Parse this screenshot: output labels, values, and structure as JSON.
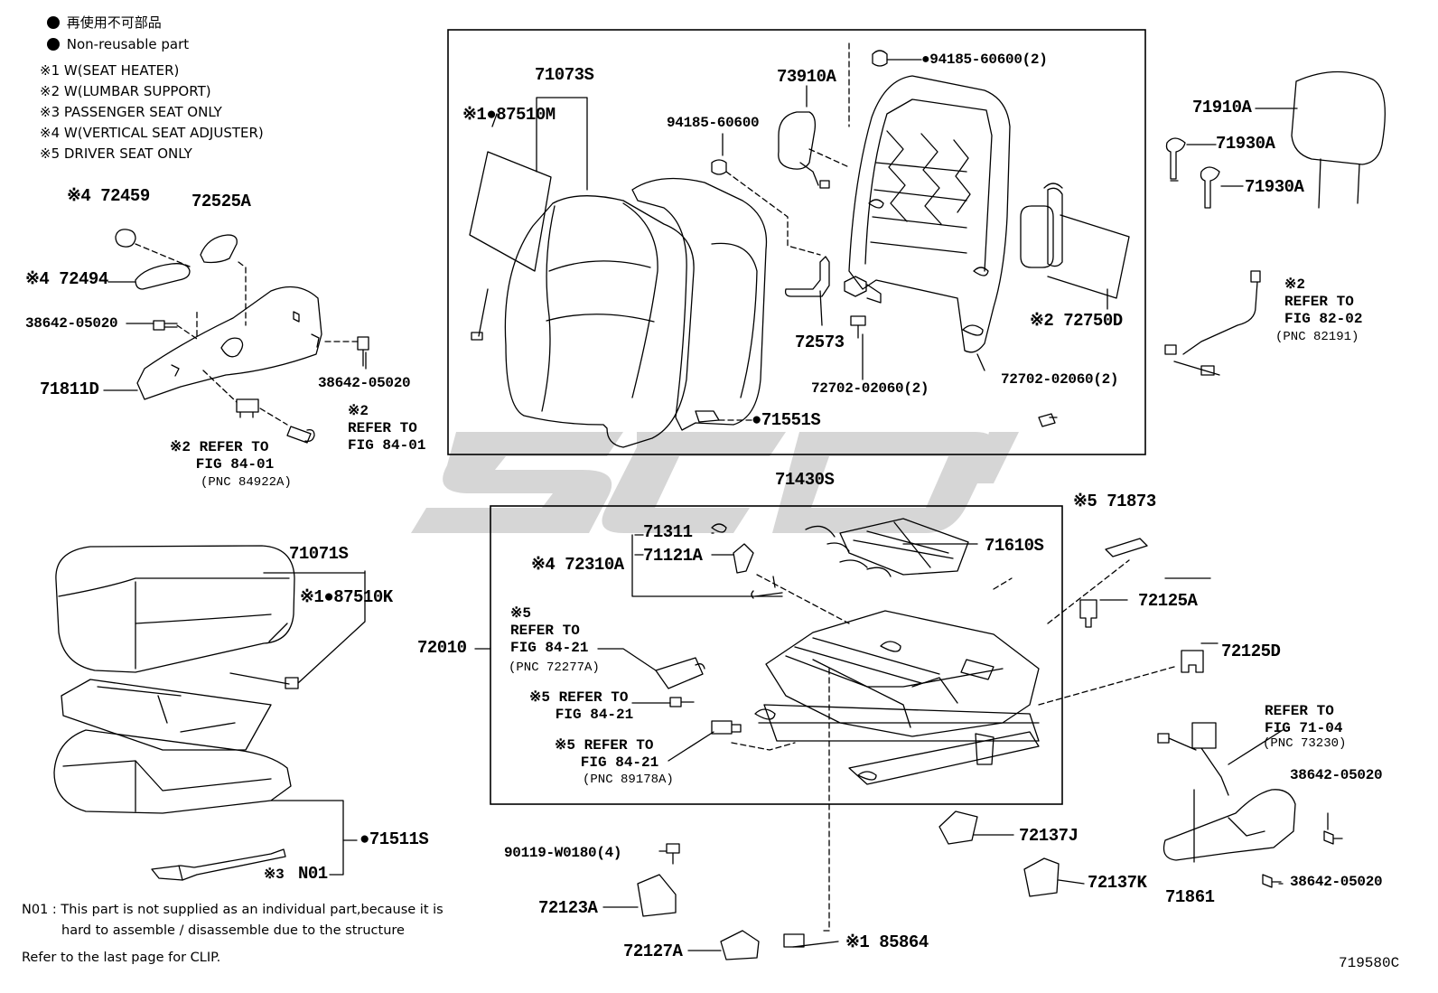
{
  "legend": {
    "jp_label": "再使用不可部品",
    "en_label": "Non-reusable part",
    "notes": [
      "※1 W(SEAT HEATER)",
      "※2 W(LUMBAR SUPPORT)",
      "※3 PASSENGER SEAT ONLY",
      "※4 W(VERTICAL SEAT ADJUSTER)",
      "※5 DRIVER SEAT ONLY"
    ]
  },
  "labels": {
    "p72459": "※4 72459",
    "p72525A": "72525A",
    "p72494": "※4 72494",
    "p38642a": "38642-05020",
    "p38642b": "38642-05020",
    "p71811D": "71811D",
    "ref8401a": "※2 REFER TO\n   FIG 84-01",
    "pnc84922A": "(PNC 84922A)",
    "ref8401b": "※2\nREFER TO\nFIG 84-01",
    "p71073S": "71073S",
    "p87510M": "※1●87510M",
    "p94185_60600": "94185-60600",
    "p73910A": "73910A",
    "p94185_2": "●94185-60600(2)",
    "p72573": "72573",
    "p72702a": "72702-02060(2)",
    "p72702b": "72702-02060(2)",
    "p72750D": "※2 72750D",
    "p71551S": "●71551S",
    "p71430S": "71430S",
    "p71910A": "71910A",
    "p71930A_1": "71930A",
    "p71930A_2": "71930A",
    "ref8202": "※2\nREFER TO\nFIG 82-02",
    "pnc82191": "(PNC 82191)",
    "p71071S": "71071S",
    "p87510K": "※1●87510K",
    "p71511S": "●71511S",
    "pN01": "N01",
    "note3": "※3",
    "p71311": "71311",
    "p71121A": "71121A",
    "p72310A": "※4 72310A",
    "p71610S": "71610S",
    "p72010": "72010",
    "ref8421a": "※5\nREFER TO\nFIG 84-21",
    "pnc72277A": "(PNC 72277A)",
    "ref8421b": "※5 REFER TO\n   FIG 84-21",
    "ref8421c": "※5 REFER TO\n   FIG 84-21",
    "pnc89178A": "(PNC 89178A)",
    "p71873": "※5 71873",
    "p72125A": "72125A",
    "p72125D": "72125D",
    "ref7104": "REFER TO\nFIG 71-04",
    "pnc73230": "(PNC 73230)",
    "p38642c": "38642-05020",
    "p38642d": "38642-05020",
    "p71861": "71861",
    "p72137J": "72137J",
    "p72137K": "72137K",
    "p90119": "90119-W0180(4)",
    "p72123A": "72123A",
    "p72127A": "72127A",
    "p85864": "※1 85864"
  },
  "footnotes": {
    "n01_line1": "N01 : This part is not supplied as an individual part,because it is",
    "n01_line2": "hard to assemble / disassemble due to the structure",
    "clip": "Refer to the last page for CLIP."
  },
  "figure_id": "719580C",
  "colors": {
    "line": "#000000",
    "watermark": "#c8c8c8"
  }
}
